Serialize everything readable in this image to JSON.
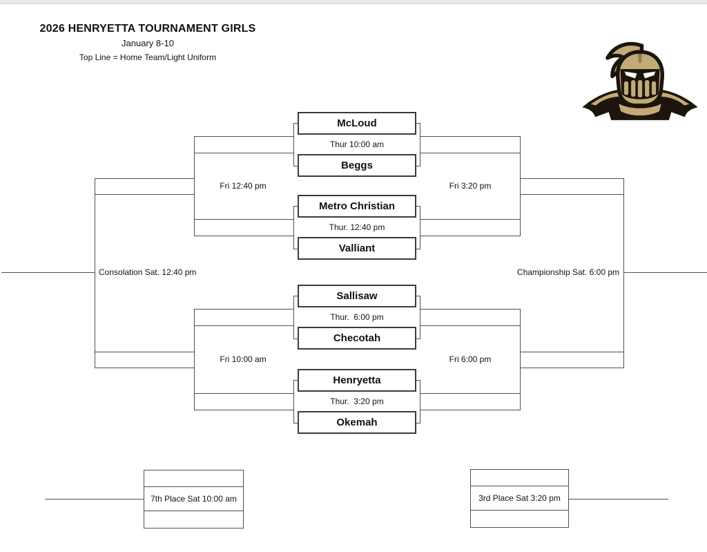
{
  "header": {
    "title": "2026 HENRYETTA TOURNAMENT GIRLS",
    "date_range": "January 8-10",
    "note": "Top Line = Home Team/Light Uniform"
  },
  "logo": {
    "label": "Henryetta Knights mascot",
    "gold": "#c2ab76",
    "dark": "#1b150c"
  },
  "bracket": {
    "games": [
      {
        "home": "McLoud",
        "away": "Beggs",
        "time": "Thur 10:00 am"
      },
      {
        "home": "Metro Christian",
        "away": "Valliant",
        "time": "Thur. 12:40 pm"
      },
      {
        "home": "Sallisaw",
        "away": "Checotah",
        "time": "Thur.  6:00 pm"
      },
      {
        "home": "Henryetta",
        "away": "Okemah",
        "time": "Thur.  3:20 pm"
      }
    ],
    "rounds": {
      "consolation_semi_top": "Fri 12:40 pm",
      "winners_semi_top": "Fri 3:20 pm",
      "consolation_semi_bottom": "Fri 10:00 am",
      "winners_semi_bottom": "Fri 6:00 pm",
      "consolation_final": "Consolation Sat. 12:40 pm",
      "championship_final": "Championship Sat. 6:00 pm",
      "seventh_place": "7th Place Sat 10:00 am",
      "third_place": "3rd Place Sat 3:20 pm"
    }
  }
}
